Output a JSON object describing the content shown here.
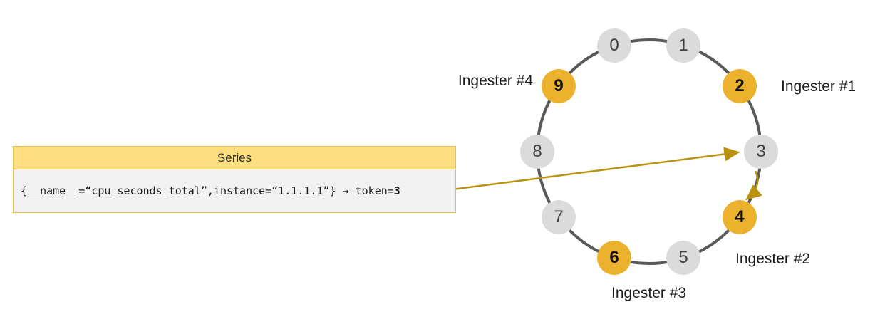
{
  "series_box": {
    "title": "Series",
    "series_text": "{__name__=“cpu_seconds_total”,instance=“1.1.1.1”} → token=",
    "token": "3"
  },
  "ring": {
    "nodes": [
      {
        "value": "0",
        "highlighted": false
      },
      {
        "value": "1",
        "highlighted": false
      },
      {
        "value": "2",
        "highlighted": true,
        "ingester": "Ingester #1"
      },
      {
        "value": "3",
        "highlighted": false
      },
      {
        "value": "4",
        "highlighted": true,
        "ingester": "Ingester #2"
      },
      {
        "value": "5",
        "highlighted": false
      },
      {
        "value": "6",
        "highlighted": true,
        "ingester": "Ingester #3"
      },
      {
        "value": "7",
        "highlighted": false
      },
      {
        "value": "8",
        "highlighted": false
      },
      {
        "value": "9",
        "highlighted": true,
        "ingester": "Ingester #4"
      }
    ]
  },
  "labels": {
    "ingester1": "Ingester #1",
    "ingester2": "Ingester #2",
    "ingester3": "Ingester #3",
    "ingester4": "Ingester #4"
  },
  "colors": {
    "token_orange": "#ECB22D",
    "node_gray": "#DBDBDB",
    "ring_stroke": "#58595B",
    "arrow_gold": "#B9920E",
    "series_header_bg": "#FBDF7E",
    "series_body_bg": "#F1F1F2",
    "series_border": "#E4C050"
  }
}
